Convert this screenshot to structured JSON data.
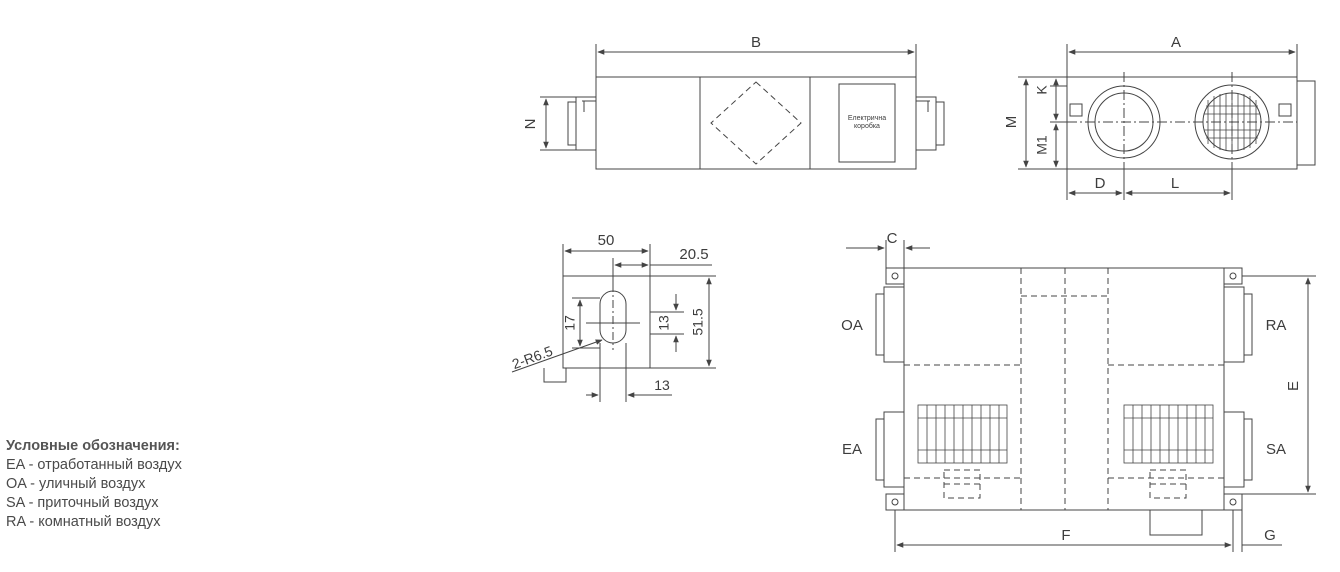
{
  "legend": {
    "title": "Условные обозначения:",
    "items": [
      "EA - отработанный воздух",
      "OA - уличный воздух",
      "SA - приточный воздух",
      "RA - комнатный воздух"
    ]
  },
  "top_view": {
    "dim_B": "B",
    "dim_N": "N",
    "box_label_1": "Електрична",
    "box_label_2": "коробка"
  },
  "end_view": {
    "dim_A": "A",
    "dim_M": "M",
    "dim_K": "K",
    "dim_M1": "M1",
    "dim_D": "D",
    "dim_L": "L"
  },
  "bracket": {
    "dim_50": "50",
    "dim_20_5": "20.5",
    "dim_17": "17",
    "dim_13_v": "13",
    "dim_51_5": "51.5",
    "dim_13_h": "13",
    "dim_r": "2-R6.5"
  },
  "plan_view": {
    "dim_C": "C",
    "dim_E": "E",
    "dim_F": "F",
    "dim_G": "G",
    "port_OA": "OA",
    "port_EA": "EA",
    "port_RA": "RA",
    "port_SA": "SA"
  }
}
